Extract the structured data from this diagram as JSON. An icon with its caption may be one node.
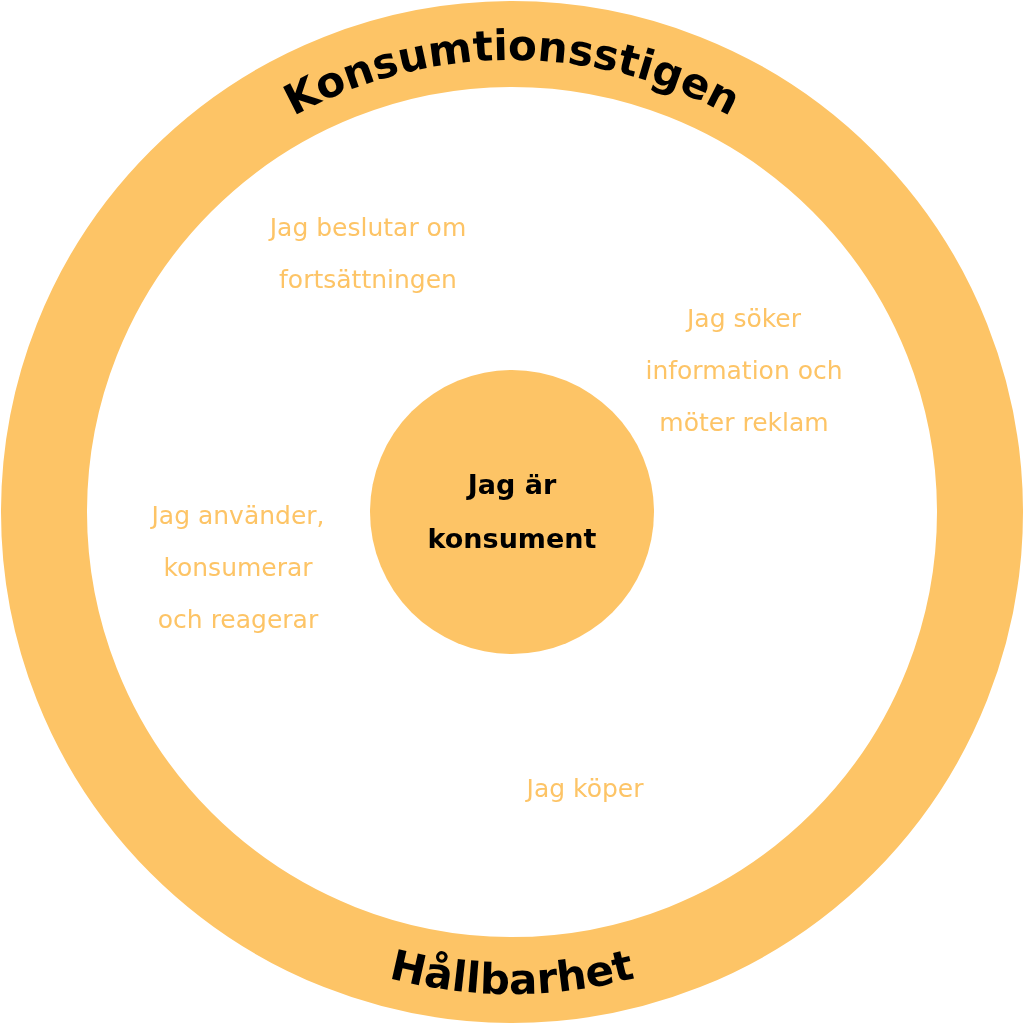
{
  "diagram": {
    "nodes": [
      {
        "text": [
          "Konsumtionsstigen",
          "Hållbarhet"
        ]
      },
      {
        "text": [
          "Jag är konsument"
        ],
        "in": 0
      }
    ],
    "labels": [
      "Jag beslutar om fortsättningen",
      "Jag söker information och möter reklam",
      "Jag använder, konsumerar och reagerar",
      "Jag köper"
    ]
  }
}
